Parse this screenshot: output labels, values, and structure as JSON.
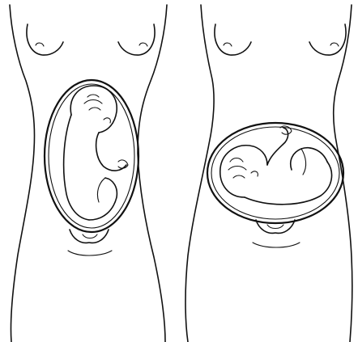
{
  "figures": [
    {
      "name": "longitudinal-lie",
      "fetus_orientation": "vertical"
    },
    {
      "name": "transverse-lie",
      "fetus_orientation": "horizontal"
    }
  ],
  "colors": {
    "ink": "#111111",
    "background": "#ffffff"
  }
}
